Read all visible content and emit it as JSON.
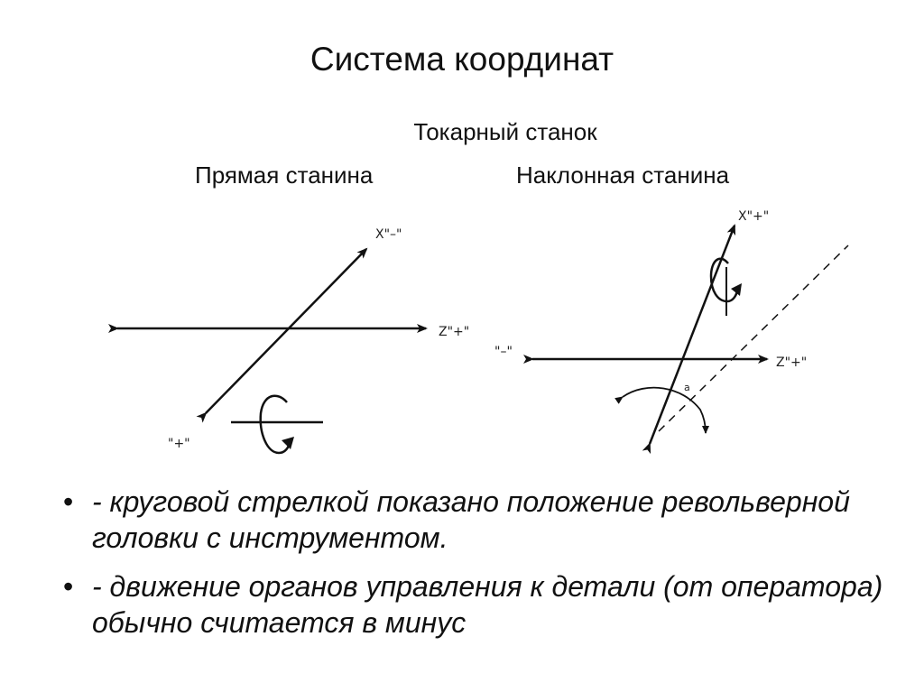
{
  "slide": {
    "title": "Система координат",
    "subtitle": "Токарный станок",
    "left_label": "Прямая станина",
    "right_label": "Наклонная станина"
  },
  "diagram": {
    "left": {
      "x_label": "X\"–\"",
      "z_label": "Z\"+\"",
      "plus_label": "\"+\""
    },
    "right": {
      "x_label": "X\"+\"",
      "z_label": "Z\"+\"",
      "minus_label": "\"–\"",
      "angle_label": "a"
    }
  },
  "bullets": [
    {
      "marker": "•",
      "text": "- круговой стрелкой показано положение револьверной головки с инструментом."
    },
    {
      "marker": "•",
      "text": "- движение органов управления к детали (от оператора) обычно считается в минус"
    }
  ],
  "colors": {
    "text": "#111111",
    "lines": "#111111",
    "background": "#ffffff"
  }
}
